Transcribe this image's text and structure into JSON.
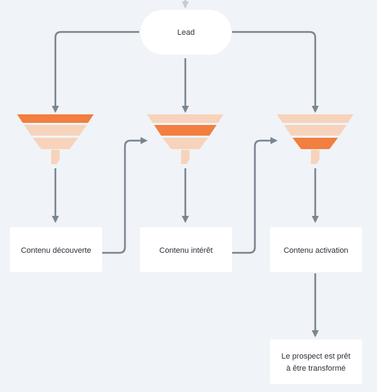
{
  "nodes": {
    "lead": "Lead",
    "discovery": "Contenu découverte",
    "interest": "Contenu intérêt",
    "activation": "Contenu activation",
    "final_line1": "Le prospect est prêt",
    "final_line2": "à être transformé"
  },
  "colors": {
    "background": "#f0f3f7",
    "connector": "#7a8591",
    "funnel_active": "#f27e3f",
    "funnel_inactive": "#f7d3bc",
    "node_fill": "#ffffff",
    "top_arrow": "#c5ccd4"
  },
  "funnels": [
    {
      "name": "discovery-funnel",
      "active_level": 1
    },
    {
      "name": "interest-funnel",
      "active_level": 2
    },
    {
      "name": "activation-funnel",
      "active_level": 3
    }
  ]
}
